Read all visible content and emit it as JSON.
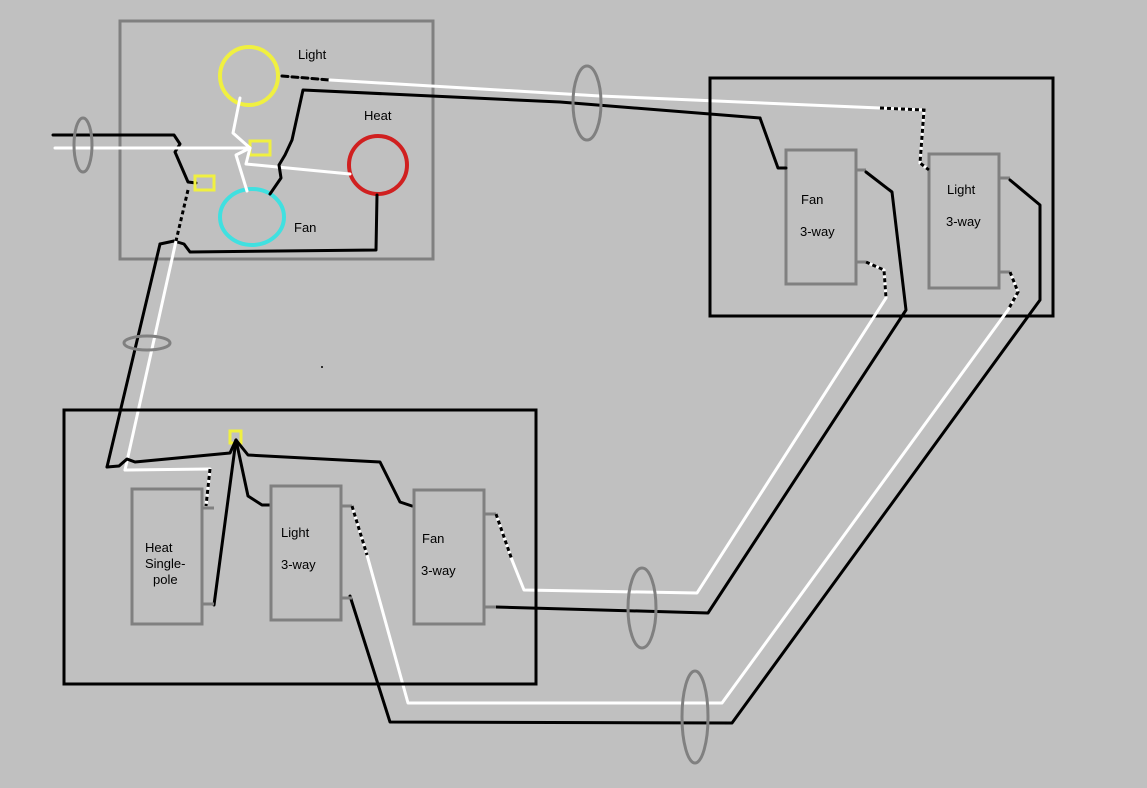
{
  "colors": {
    "background": "#c0c0c0",
    "hot_wire": "#000000",
    "neutral_wire": "#ffffff",
    "light_fixture": "#f0f040",
    "fan_fixture": "#40e0e0",
    "heat_fixture": "#d02020",
    "wire_nut": "#f0f040",
    "switch_outline": "#808080",
    "cable_marker": "#808080"
  },
  "ceiling_box": {
    "fixtures": [
      {
        "id": "light",
        "label": "Light",
        "color": "#f0f040"
      },
      {
        "id": "heat",
        "label": "Heat",
        "color": "#d02020"
      },
      {
        "id": "fan",
        "label": "Fan",
        "color": "#40e0e0"
      }
    ]
  },
  "right_switch_box": {
    "switches": [
      {
        "id": "fan-3way-right",
        "line1": "Fan",
        "line2": "3-way"
      },
      {
        "id": "light-3way-right",
        "line1": "Light",
        "line2": "3-way"
      }
    ]
  },
  "left_switch_box": {
    "switches": [
      {
        "id": "heat-single-pole",
        "line1": "Heat",
        "line2": "Single-",
        "line3": "pole"
      },
      {
        "id": "light-3way-left",
        "line1": "Light",
        "line2": "3-way"
      },
      {
        "id": "fan-3way-left",
        "line1": "Fan",
        "line2": "3-way"
      }
    ]
  }
}
